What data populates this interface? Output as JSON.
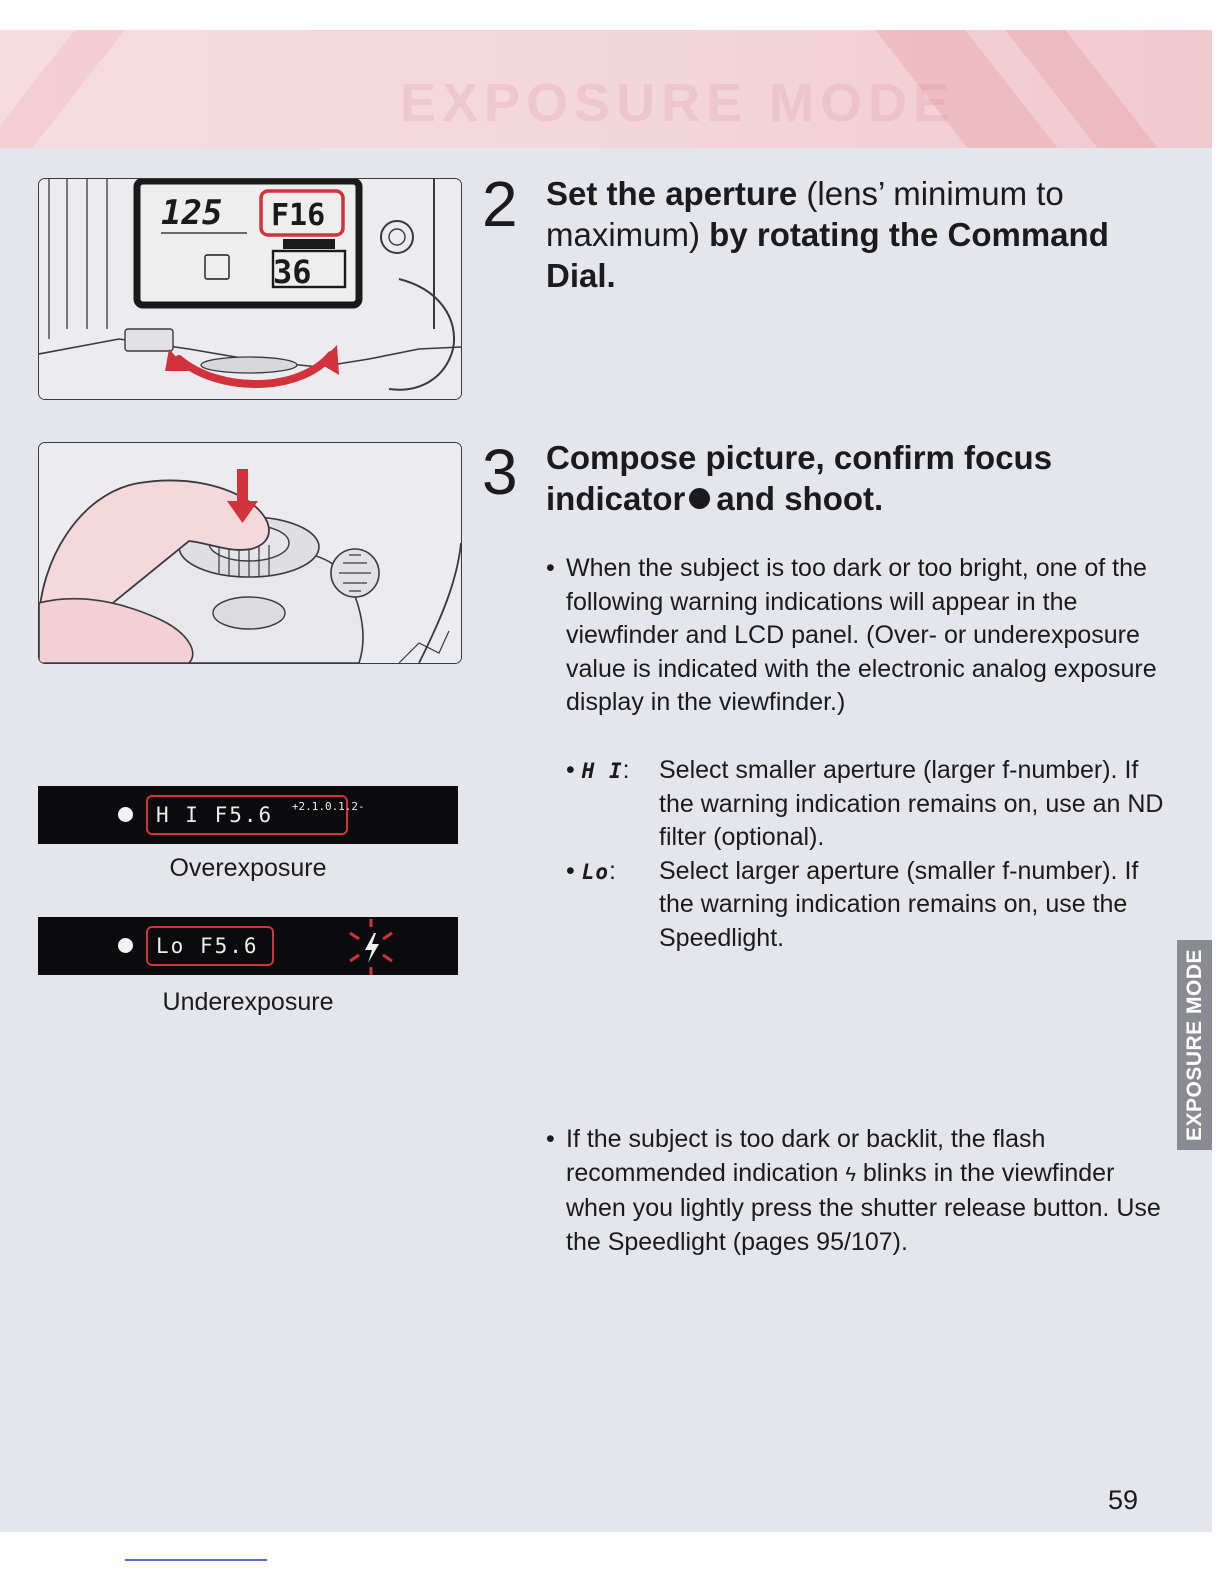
{
  "banner": {
    "ghost_title": "EXPOSURE MODE"
  },
  "illustrations": {
    "lcd_panel": {
      "shutter": "125",
      "aperture": "F16",
      "frames": "36"
    },
    "shutter": {}
  },
  "steps": [
    {
      "number": "2",
      "title_a": "Set the aperture",
      "title_paren": "(lens’ minimum to maximum)",
      "title_b": "by rotating the Command Dial."
    },
    {
      "number": "3",
      "title_a": "Compose picture, confirm focus indicator",
      "title_b": "and shoot."
    }
  ],
  "body": {
    "bullet1": "When the subject is too dark or too bright, one of the following warning indications will appear in the viewfinder and LCD panel. (Over- or underexposure value is indicated with the electronic analog exposure display in the viewfinder.)",
    "sub1_code": "H I",
    "sub1_text": "Select smaller aperture (larger f-number). If the warning indication remains on, use an ND filter (optional).",
    "sub2_code": "Lo",
    "sub2_text": "Select larger aperture (smaller f-number). If the warning indication remains on, use the Speedlight.",
    "bullet2_a": "If the subject is too dark or backlit, the flash recommended indication",
    "bullet2_b": "blinks in the viewfinder when you lightly press the shutter release button. Use the Speedlight (pages 95/107)."
  },
  "warnings": {
    "over": {
      "code": "H I",
      "aperture": "F5.6",
      "scale": "+2.1.0.1.2-",
      "caption": "Overexposure"
    },
    "under": {
      "code": "Lo",
      "aperture": "F5.6",
      "caption": "Underexposure"
    }
  },
  "side_tab": "EXPOSURE MODE",
  "page_number": "59",
  "colors": {
    "accent_red": "#d2323b",
    "page_bg": "#e4e6ec",
    "banner_pink": "#f3d6da",
    "tab_gray": "#8a8b90"
  }
}
